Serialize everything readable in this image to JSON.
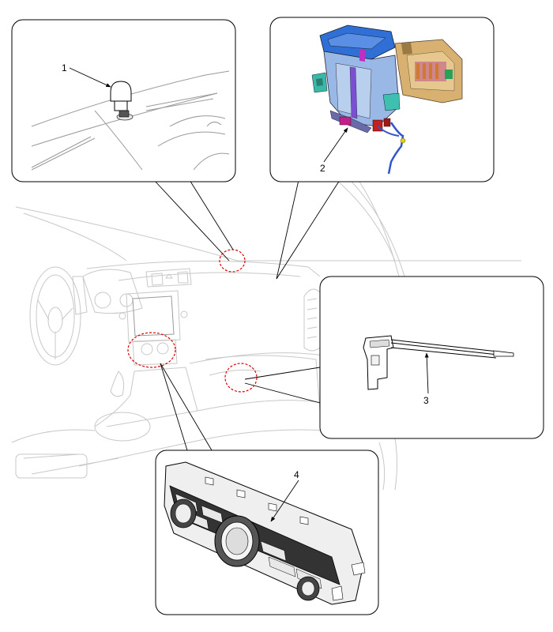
{
  "callouts": [
    {
      "id": "1",
      "label": "1"
    },
    {
      "id": "2",
      "label": "2"
    },
    {
      "id": "3",
      "label": "3"
    },
    {
      "id": "4",
      "label": "4"
    }
  ],
  "colors": {
    "locator_circle": "#e00000",
    "callout_border": "#000000",
    "sketch_line": "#c8c8c8",
    "heater_body": "#8fb0e0",
    "heater_case": "#2f6fd6",
    "blower_unit": "#d8b070",
    "wiring": "#3355cc"
  }
}
